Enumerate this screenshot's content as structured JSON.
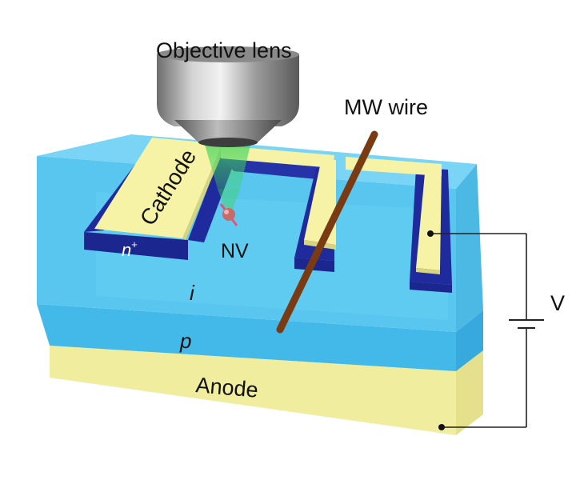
{
  "labels": {
    "objective_lens": "Objective lens",
    "mw_wire": "MW wire",
    "cathode": "Cathode",
    "n_plus_base": "n",
    "n_plus_sup": "+",
    "nv": "NV",
    "i_layer": "i",
    "p_layer": "p",
    "anode": "Anode",
    "voltage": "V"
  },
  "colors": {
    "cathode": "#f6f3a6",
    "n_plus_layer": "#1f2a9c",
    "i_layer": "#5bc8f0",
    "p_layer": "#3fb6e8",
    "anode": "#eeeb9a",
    "laser_beam": "#4fd86a",
    "mw_wire": "#7a3a12",
    "circuit_wire": "#222222"
  }
}
